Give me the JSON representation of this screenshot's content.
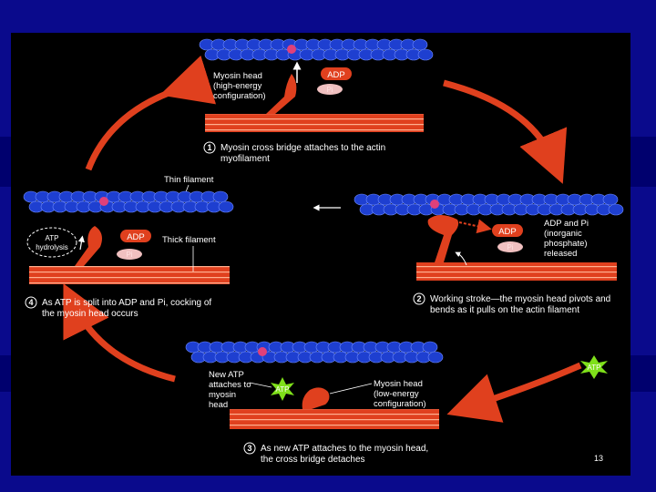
{
  "diagram": {
    "step1": {
      "number": "1",
      "caption_line1": "Myosin cross bridge attaches to the actin",
      "caption_line2": "myofilament",
      "head_label_line1": "Myosin head",
      "head_label_line2": "(high-energy",
      "head_label_line3": "configuration)",
      "adp": "ADP",
      "pi": "Pi"
    },
    "step2": {
      "number": "2",
      "caption_line1": "Working stroke—the myosin head pivots and",
      "caption_line2": "bends as it pulls on the actin filament",
      "adp": "ADP",
      "pi": "Pi",
      "release_line1": "ADP and Pi",
      "release_line2": "(inorganic",
      "release_line3": "phosphate)",
      "release_line4": "released"
    },
    "step3": {
      "number": "3",
      "caption_line1": "As new ATP attaches to the myosin head,",
      "caption_line2": "the cross bridge detaches",
      "new_atp_line1": "New ATP",
      "new_atp_line2": "attaches to",
      "new_atp_line3": "myosin",
      "new_atp_line4": "head",
      "atp": "ATP",
      "low_line1": "Myosin head",
      "low_line2": "(low-energy",
      "low_line3": "configuration)",
      "atp_input": "ATP"
    },
    "step4": {
      "number": "4",
      "caption_line1": "As ATP is split into ADP and Pi, cocking of",
      "caption_line2": "the myosin head occurs",
      "hydrolysis_line1": "ATP",
      "hydrolysis_line2": "hydrolysis",
      "adp": "ADP",
      "pi": "Pi"
    },
    "thin_filament": "Thin filament",
    "thick_filament": "Thick filament"
  },
  "page_number": "13",
  "colors": {
    "background": "#0a0a8c",
    "panel": "#000000",
    "actin": "#1e3fd0",
    "myosin": "#e0401e",
    "atp_burst": "#7fe01a"
  }
}
